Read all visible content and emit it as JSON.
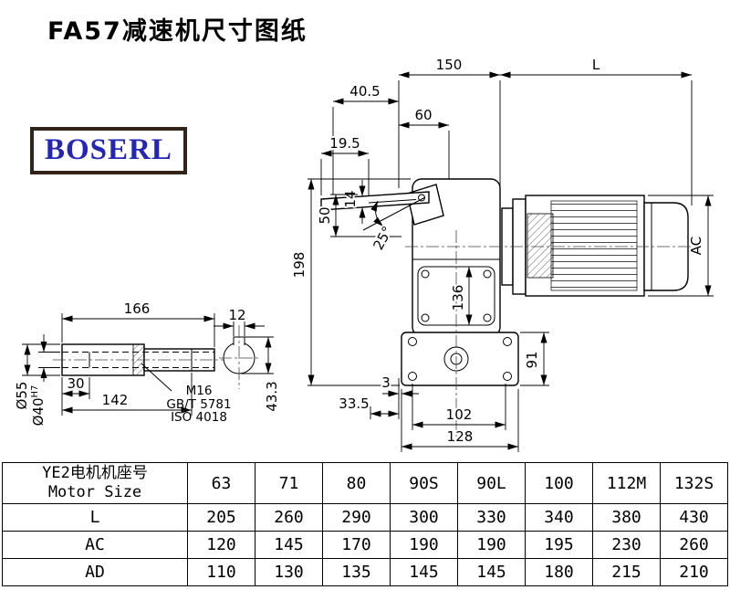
{
  "title": "FA57减速机尺寸图纸",
  "logo_text": "BOSERL",
  "dims": {
    "d150": "150",
    "dL": "L",
    "d40_5": "40.5",
    "d60": "60",
    "d19_5": "19.5",
    "d14": "14",
    "d50": "50",
    "d25": "25°",
    "d198": "198",
    "d136": "136",
    "dAC": "AC",
    "d91": "91",
    "d3": "3",
    "d33_5": "33.5",
    "d102": "102",
    "d128": "128",
    "d166": "166",
    "d12": "12",
    "d55": "Ø55",
    "d40": "Ø40",
    "h7": "H7",
    "d30": "30",
    "d142": "142",
    "m16": "M16",
    "gbt": "GB/T 5781",
    "iso": "ISO 4018",
    "d43_3": "43.3"
  },
  "table": {
    "header": {
      "line1": "YE2电机机座号",
      "line2": "Motor Size"
    },
    "sizes": [
      "63",
      "71",
      "80",
      "90S",
      "90L",
      "100",
      "112M",
      "132S"
    ],
    "rows": [
      {
        "label": "L",
        "values": [
          "205",
          "260",
          "290",
          "300",
          "330",
          "340",
          "380",
          "430"
        ]
      },
      {
        "label": "AC",
        "values": [
          "120",
          "145",
          "170",
          "190",
          "190",
          "195",
          "230",
          "260"
        ]
      },
      {
        "label": "AD",
        "values": [
          "110",
          "130",
          "135",
          "145",
          "145",
          "180",
          "215",
          "210"
        ]
      }
    ]
  }
}
